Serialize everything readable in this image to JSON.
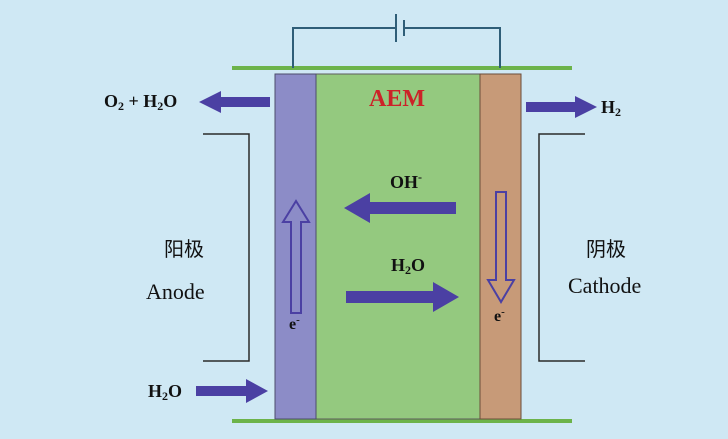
{
  "colors": {
    "background": "#cfe8f4",
    "membrane": "#94c97f",
    "anode": "#8c8cc7",
    "cathode": "#c79a78",
    "arrow": "#4b40a3",
    "plate": "#6cb34a",
    "aem_text": "#cc2228",
    "wire": "#2f5e78"
  },
  "labels": {
    "aem": "AEM",
    "anode_zh": "阳极",
    "anode_en": "Anode",
    "cathode_zh": "阴极",
    "cathode_en": "Cathode",
    "oh": {
      "base": "OH",
      "sup": "-"
    },
    "water_mid": {
      "a": "H",
      "sub": "2",
      "b": "O"
    },
    "water_in": {
      "a": "H",
      "sub": "2",
      "b": "O"
    },
    "anode_out": {
      "a": "O",
      "sub1": "2",
      "b": " + H",
      "sub2": "2",
      "c": "O"
    },
    "cathode_out": {
      "a": "H",
      "sub": "2"
    },
    "e_left": {
      "base": "e",
      "sup": "-"
    },
    "e_right": {
      "base": "e",
      "sup": "-"
    }
  },
  "icons": {
    "battery": "battery-icon",
    "arrow_right": "right-arrow-icon",
    "arrow_left": "left-arrow-icon",
    "arrow_up_hollow": "up-arrow-outline-icon",
    "arrow_down_hollow": "down-arrow-outline-icon"
  }
}
